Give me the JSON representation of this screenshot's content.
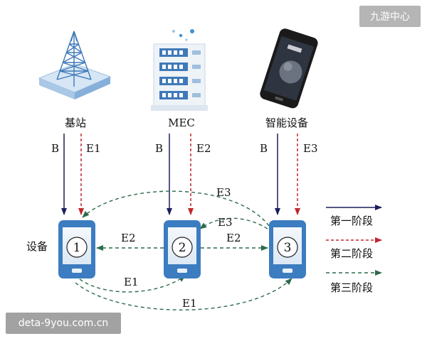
{
  "watermark_top": "九游中心",
  "watermark_bottom": "deta-9you.com.cn",
  "nodes": {
    "base_station": "基站",
    "mec": "MEC",
    "smart_device": "智能设备",
    "device": "设备"
  },
  "phone_numbers": {
    "p1": "1",
    "p2": "2",
    "p3": "3"
  },
  "edge_labels": {
    "b1": "B",
    "e1_down": "E1",
    "b2": "B",
    "e2_down": "E2",
    "b3": "B",
    "e3_down": "E3",
    "e3_arc": "E3",
    "e3_mid": "E3",
    "e2_left": "E2",
    "e2_right": "E2",
    "e1_short": "E1",
    "e1_long": "E1"
  },
  "legend": {
    "stage1": "第一阶段",
    "stage2": "第二阶段",
    "stage3": "第三阶段"
  },
  "colors": {
    "stage1": "#1b1f5c",
    "stage2": "#c0272d",
    "stage3": "#2e6b4b",
    "phone_body": "#3c7cc0",
    "phone_screen": "#e9f2fb"
  }
}
